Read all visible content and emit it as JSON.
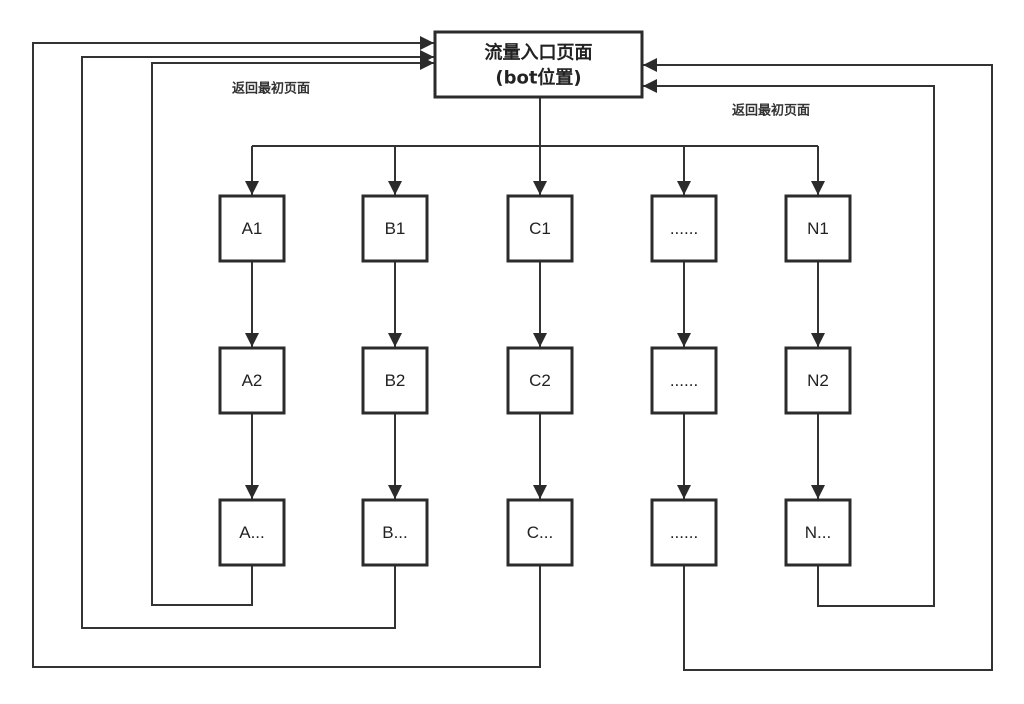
{
  "diagram": {
    "entry": {
      "id": "entry",
      "line1": "流量入口页面",
      "line2": "(bot位置)"
    },
    "columns": [
      {
        "id": "A",
        "nodes": [
          "A1",
          "A2",
          "A..."
        ]
      },
      {
        "id": "B",
        "nodes": [
          "B1",
          "B2",
          "B..."
        ]
      },
      {
        "id": "C",
        "nodes": [
          "C1",
          "C2",
          "C..."
        ]
      },
      {
        "id": "dots",
        "nodes": [
          "......",
          "......",
          "......"
        ]
      },
      {
        "id": "N",
        "nodes": [
          "N1",
          "N2",
          "N..."
        ]
      }
    ],
    "edges": [
      {
        "from": "entry",
        "to": "A1"
      },
      {
        "from": "entry",
        "to": "B1"
      },
      {
        "from": "entry",
        "to": "C1"
      },
      {
        "from": "entry",
        "to": "dots-1"
      },
      {
        "from": "entry",
        "to": "N1"
      },
      {
        "from": "A1",
        "to": "A2"
      },
      {
        "from": "A2",
        "to": "A..."
      },
      {
        "from": "B1",
        "to": "B2"
      },
      {
        "from": "B2",
        "to": "B..."
      },
      {
        "from": "C1",
        "to": "C2"
      },
      {
        "from": "C2",
        "to": "C..."
      },
      {
        "from": "dots-1",
        "to": "dots-2"
      },
      {
        "from": "dots-2",
        "to": "dots-3"
      },
      {
        "from": "N1",
        "to": "N2"
      },
      {
        "from": "N2",
        "to": "N..."
      }
    ],
    "return_edges": [
      {
        "from": "A...",
        "to": "entry",
        "side": "left"
      },
      {
        "from": "B...",
        "to": "entry",
        "side": "left"
      },
      {
        "from": "C...",
        "to": "entry",
        "side": "left"
      },
      {
        "from": "dots-3",
        "to": "entry",
        "side": "right"
      },
      {
        "from": "N...",
        "to": "entry",
        "side": "right"
      }
    ],
    "labels": {
      "return_left": "返回最初页面",
      "return_right": "返回最初页面"
    }
  }
}
